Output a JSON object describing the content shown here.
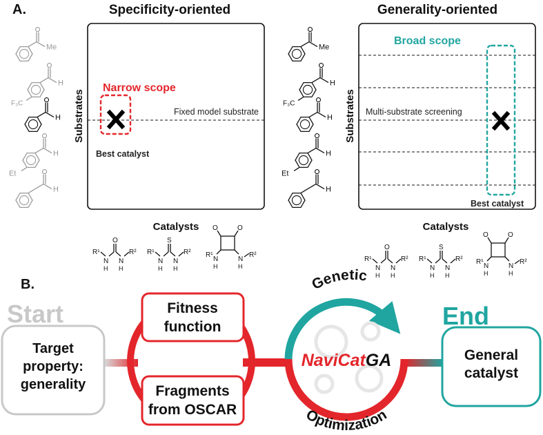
{
  "panel_a": {
    "label": "A.",
    "left": {
      "title": "Specificity-oriented",
      "scope_label": "Narrow scope",
      "line_label": "Fixed model substrate",
      "best_label": "Best catalyst",
      "y_axis": "Substrates",
      "x_axis": "Catalysts"
    },
    "right": {
      "title": "Generality-oriented",
      "scope_label": "Broad scope",
      "line_label": "Multi-substrate screening",
      "best_label": "Best catalyst",
      "y_axis": "Substrates",
      "x_axis": "Catalysts"
    },
    "substituents": {
      "me": "Me",
      "h": "H",
      "cf3": "F₃C",
      "et": "Et"
    },
    "catalyst_labels": {
      "r1": "R¹",
      "r2": "R²",
      "n": "N",
      "h": "H",
      "o": "O",
      "s": "S"
    }
  },
  "panel_b": {
    "label": "B.",
    "start": "Start",
    "end": "End",
    "target_box": [
      "Target",
      "property:",
      "generality"
    ],
    "fitness_box": [
      "Fitness",
      "function"
    ],
    "fragments_box": [
      "Fragments",
      "from OSCAR"
    ],
    "ga_name_prefix": "NaviCat",
    "ga_name_suffix": "GA",
    "genetic": "Genetic",
    "optimization": "Optimization",
    "general_box": [
      "General",
      "catalyst"
    ]
  },
  "colors": {
    "red": "#e3262b",
    "teal": "#20a5a0",
    "gray": "#c8c8c8",
    "dark": "#1a1a1a"
  }
}
